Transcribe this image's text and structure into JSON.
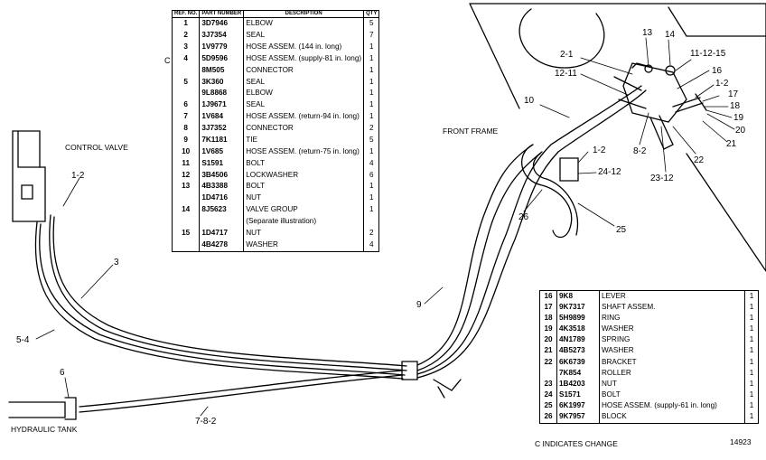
{
  "labels": {
    "control_valve": "CONTROL VALVE",
    "hydraulic_tank": "HYDRAULIC TANK",
    "front_frame": "FRONT FRAME",
    "change_marker": "C",
    "change_note": "C INDICATES CHANGE",
    "figure_number": "14923"
  },
  "callouts": {
    "c_1_2_valve": "1-2",
    "c_3": "3",
    "c_5_4": "5-4",
    "c_6": "6",
    "c_7_8_2": "7-8-2",
    "c_9": "9",
    "c_10": "10",
    "c_2_1": "2-1",
    "c_12_11": "12-11",
    "c_13": "13",
    "c_14": "14",
    "c_11_12_15": "11-12-15",
    "c_16": "16",
    "c_1_2_right": "1-2",
    "c_17": "17",
    "c_18": "18",
    "c_19": "19",
    "c_20": "20",
    "c_21": "21",
    "c_22": "22",
    "c_23_12": "23-12",
    "c_8_2": "8-2",
    "c_1_2_mid": "1-2",
    "c_24_12": "24-12",
    "c_25": "25",
    "c_26": "26"
  },
  "parts_table_1": {
    "headers": {
      "ref": "REF. NO.",
      "part": "PART NUMBER",
      "desc": "DESCRIPTION",
      "qty": "QTY"
    },
    "rows": [
      {
        "ref": "1",
        "part": "3D7946",
        "desc": "ELBOW",
        "qty": "5"
      },
      {
        "ref": "2",
        "part": "3J7354",
        "desc": "SEAL",
        "qty": "7"
      },
      {
        "ref": "3",
        "part": "1V9779",
        "desc": "HOSE ASSEM. (144 in. long)",
        "qty": "1"
      },
      {
        "ref": "4",
        "part": "5D9596",
        "desc": "HOSE ASSEM. (supply-81 in. long)",
        "qty": "1"
      },
      {
        "ref": "",
        "part": "8M505",
        "desc": "CONNECTOR",
        "qty": "1"
      },
      {
        "ref": "5",
        "part": "3K360",
        "desc": "SEAL",
        "qty": "1"
      },
      {
        "ref": "",
        "part": "9L8868",
        "desc": "ELBOW",
        "qty": "1"
      },
      {
        "ref": "6",
        "part": "1J9671",
        "desc": "SEAL",
        "qty": "1"
      },
      {
        "ref": "7",
        "part": "1V684",
        "desc": "HOSE ASSEM. (return-94 in. long)",
        "qty": "1"
      },
      {
        "ref": "8",
        "part": "3J7352",
        "desc": "CONNECTOR",
        "qty": "2"
      },
      {
        "ref": "9",
        "part": "7K1181",
        "desc": "TIE",
        "qty": "5"
      },
      {
        "ref": "10",
        "part": "1V685",
        "desc": "HOSE ASSEM. (return-75 in. long)",
        "qty": "1"
      },
      {
        "ref": "11",
        "part": "S1591",
        "desc": "BOLT",
        "qty": "4"
      },
      {
        "ref": "12",
        "part": "3B4506",
        "desc": "LOCKWASHER",
        "qty": "6"
      },
      {
        "ref": "13",
        "part": "4B3388",
        "desc": "BOLT",
        "qty": "1"
      },
      {
        "ref": "",
        "part": "1D4716",
        "desc": "NUT",
        "qty": "1"
      },
      {
        "ref": "14",
        "part": "8J5623",
        "desc": "VALVE GROUP",
        "qty": "1"
      },
      {
        "ref": "",
        "part": "",
        "desc": "(Separate illustration)",
        "qty": ""
      },
      {
        "ref": "15",
        "part": "1D4717",
        "desc": "NUT",
        "qty": "2"
      },
      {
        "ref": "",
        "part": "4B4278",
        "desc": "WASHER",
        "qty": "4"
      }
    ]
  },
  "parts_table_2": {
    "rows": [
      {
        "ref": "16",
        "part": "9K8",
        "desc": "LEVER",
        "qty": "1"
      },
      {
        "ref": "17",
        "part": "9K7317",
        "desc": "SHAFT ASSEM.",
        "qty": "1"
      },
      {
        "ref": "18",
        "part": "5H9899",
        "desc": "RING",
        "qty": "1"
      },
      {
        "ref": "19",
        "part": "4K3518",
        "desc": "WASHER",
        "qty": "1"
      },
      {
        "ref": "20",
        "part": "4N1789",
        "desc": "SPRING",
        "qty": "1"
      },
      {
        "ref": "21",
        "part": "4B5273",
        "desc": "WASHER",
        "qty": "1"
      },
      {
        "ref": "22",
        "part": "6K6739",
        "desc": "BRACKET",
        "qty": "1"
      },
      {
        "ref": "",
        "part": "7K854",
        "desc": "ROLLER",
        "qty": "1"
      },
      {
        "ref": "23",
        "part": "1B4203",
        "desc": "NUT",
        "qty": "1"
      },
      {
        "ref": "24",
        "part": "S1571",
        "desc": "BOLT",
        "qty": "1"
      },
      {
        "ref": "25",
        "part": "6K1997",
        "desc": "HOSE ASSEM. (supply-61 in. long)",
        "qty": "1"
      },
      {
        "ref": "26",
        "part": "9K7957",
        "desc": "BLOCK",
        "qty": "1"
      }
    ]
  }
}
